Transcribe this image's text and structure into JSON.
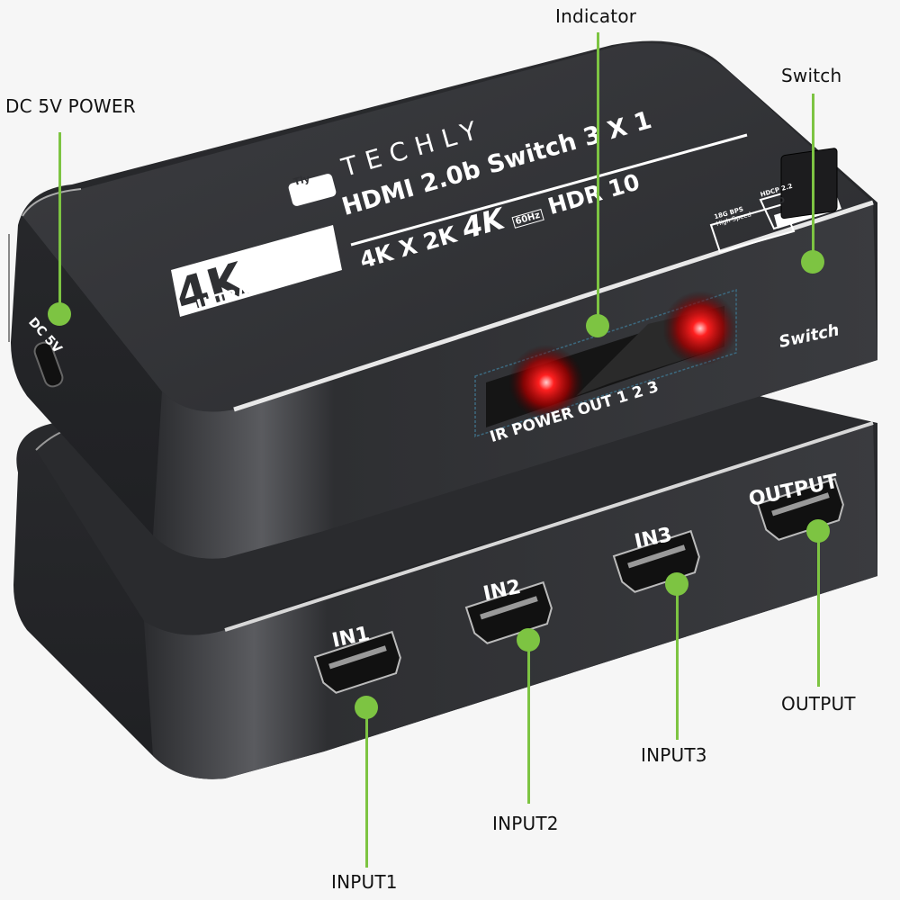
{
  "colors": {
    "background": "#f6f6f6",
    "callout_green": "#7dc442",
    "device_body": "#2f3033",
    "device_top": "#3a3b3e",
    "led_red": "#ff2020",
    "label_text": "#111111"
  },
  "device": {
    "brand": "TECHLY",
    "brand_mark": "Tly",
    "product_line1": "HDMI 2.0b Switch 3 X 1",
    "product_line2_a": "4K X 2K",
    "product_line2_4k": "4K",
    "product_line2_hz": "60Hz",
    "product_line2_b": "HDR 10",
    "badge_4k": "4K",
    "badge_ultrahd": "ULTRAHD",
    "spec_badges": [
      {
        "line1": "18G BPS",
        "line2": "High Speed"
      },
      {
        "line1": "HDCP 2.2",
        "line2": "EDID"
      }
    ],
    "indicator_label": "IR POWER OUT  1  2  3",
    "switch_label": "Switch",
    "dc_label": "DC 5V",
    "ports": [
      {
        "label": "IN1"
      },
      {
        "label": "IN2"
      },
      {
        "label": "IN3"
      },
      {
        "label": "OUTPUT"
      }
    ]
  },
  "callouts": {
    "indicator": "Indicator",
    "switch": "Switch",
    "dc_power": "DC 5V POWER",
    "input1": "INPUT1",
    "input2": "INPUT2",
    "input3": "INPUT3",
    "output": "OUTPUT"
  }
}
